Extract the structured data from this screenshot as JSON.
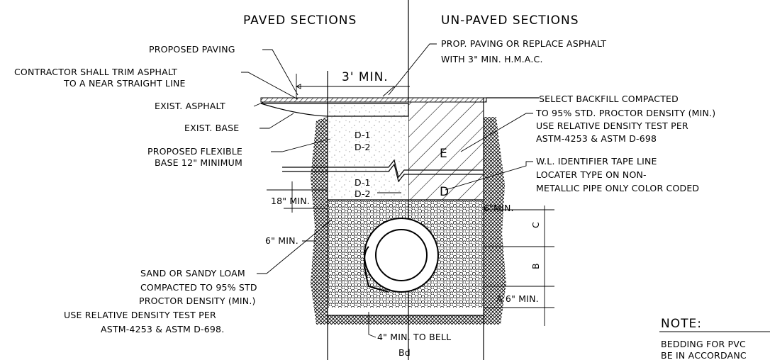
{
  "headings": {
    "paved": "PAVED SECTIONS",
    "unpaved": "UN-PAVED SECTIONS"
  },
  "left_labels": {
    "proposed_paving": "PROPOSED PAVING",
    "trim_1": "CONTRACTOR SHALL TRIM ASPHALT",
    "trim_2": "TO A NEAR STRAIGHT LINE",
    "exist_asphalt": "EXIST. ASPHALT",
    "exist_base": "EXIST. BASE",
    "flex_base_1": "PROPOSED FLEXIBLE",
    "flex_base_2": "BASE 12\" MINIMUM",
    "dim_18": "18\" MIN.",
    "dim_6": "6\" MIN.",
    "sand_1": "SAND OR SANDY LOAM",
    "sand_2": "COMPACTED TO 95% STD",
    "sand_3": "PROCTOR DENSITY (MIN.)",
    "sand_4": "USE RELATIVE DENSITY TEST PER",
    "sand_5": "ASTM-4253 & ASTM D-698."
  },
  "right_labels": {
    "prop_paving_1": "PROP. PAVING OR REPLACE ASPHALT",
    "prop_paving_2": "WITH 3\" MIN. H.M.A.C.",
    "select_1": "SELECT BACKFILL COMPACTED",
    "select_2": "TO 95% STD. PROCTOR DENSITY (MIN.)",
    "select_3": "USE RELATIVE DENSITY TEST PER",
    "select_4": "ASTM-4253 & ASTM D-698",
    "tape_1": "W.L. IDENTIFIER TAPE LINE",
    "tape_2": "LOCATER TYPE ON NON-",
    "tape_3": "METALLIC PIPE ONLY COLOR CODED",
    "dim_6_min": "6\"MIN.",
    "dim_a": "A 6\" MIN."
  },
  "center_labels": {
    "three_ft": "3' MIN.",
    "d1_upper": "D-1",
    "d2_upper": "D-2",
    "d1_lower": "D-1",
    "d2_lower": "D-2",
    "zone_e": "E",
    "zone_d": "D",
    "zone_c": "C",
    "zone_b": "B",
    "to_bell": "4\" MIN. TO BELL",
    "bd": "Bd"
  },
  "note": {
    "title": "NOTE:",
    "line_1": "BEDDING FOR PVC",
    "line_2": "BE IN ACCORDANC"
  }
}
